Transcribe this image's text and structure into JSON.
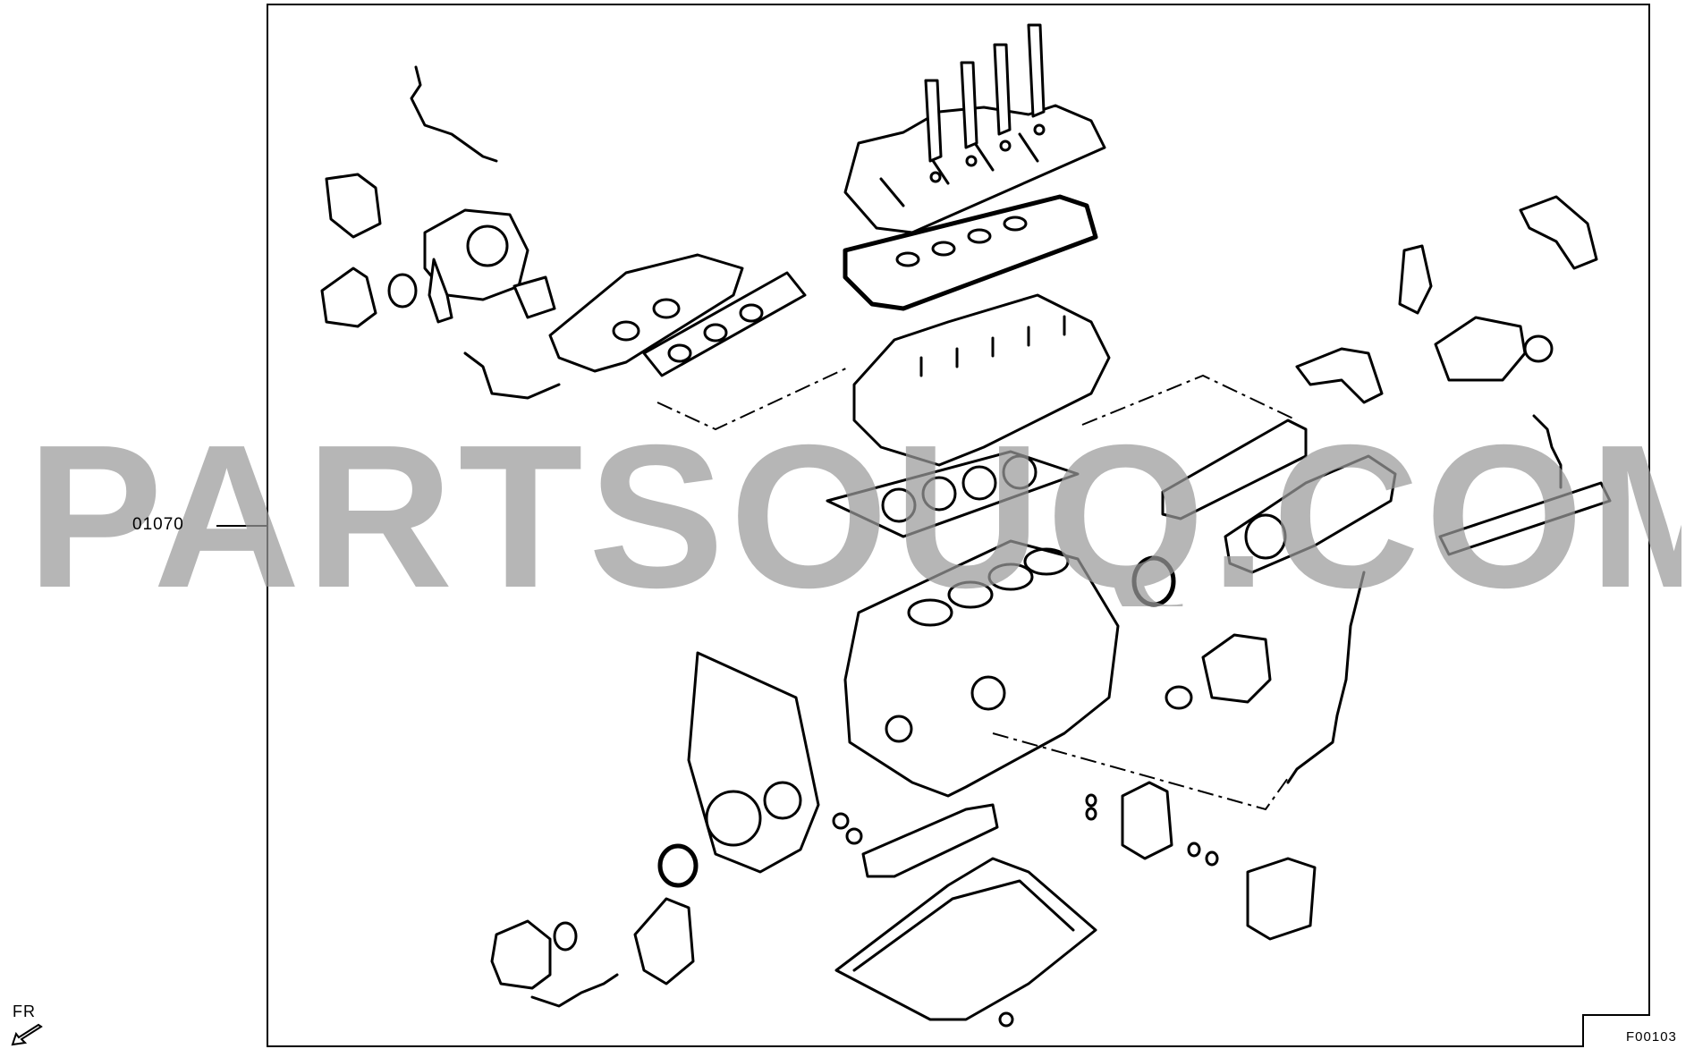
{
  "diagram": {
    "part_callout": "01070",
    "figure_code": "F00103",
    "direction_label": "FR",
    "watermark": "PARTSOUQ.COM",
    "icons": [
      "front-direction-arrow-icon"
    ]
  }
}
